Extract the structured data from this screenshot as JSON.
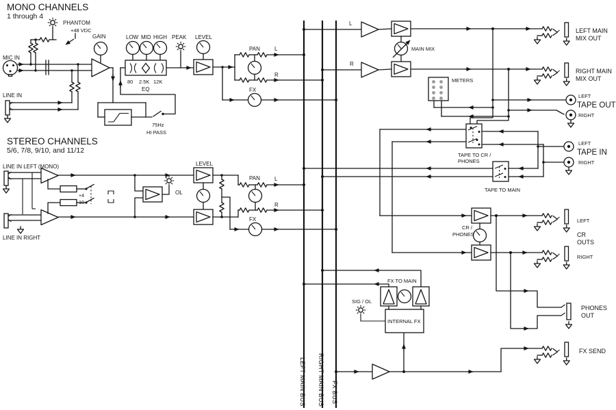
{
  "diagram": {
    "mono_section": {
      "title": "MONO CHANNELS",
      "subtitle": "1 through 4"
    },
    "stereo_section": {
      "title": "STEREO CHANNELS",
      "subtitle": "5/6, 7/8, 9/10, and 11/12"
    },
    "labels": {
      "phantom": "PHANTOM",
      "phantom_voltage": "+48 VDC",
      "mic_in": "MIC IN",
      "line_in": "LINE IN",
      "gain": "GAIN",
      "low": "LOW",
      "mid": "MID",
      "high": "HIGH",
      "peak": "PEAK",
      "level_mono": "LEVEL",
      "eq_80": "80",
      "eq_25k": "2.5K",
      "eq_12k": "12K",
      "eq": "EQ",
      "hipass_freq": "75Hz",
      "hipass": "HI PASS",
      "pan_mono": "PAN",
      "l_mono": "L",
      "r_mono": "R",
      "fx_mono": "FX",
      "line_in_left": "LINE IN LEFT (MONO)",
      "line_in_right": "LINE IN RIGHT",
      "plus4": "+4",
      "minus10": "−10",
      "ol": "OL",
      "level_stereo": "LEVEL",
      "pan_stereo": "PAN",
      "l_stereo": "L",
      "r_stereo": "R",
      "fx_stereo": "FX",
      "l_top": "L",
      "r_top": "R",
      "main_mix": "MAIN MIX",
      "meters": "METERS",
      "left_main": "LEFT MAIN",
      "mix_out_l": "MIX OUT",
      "right_main": "RIGHT MAIN",
      "mix_out_r": "MIX OUT",
      "tape_out_left": "LEFT",
      "tape_out": "TAPE OUT",
      "tape_out_right": "RIGHT",
      "tape_in_left": "LEFT",
      "tape_in": "TAPE IN",
      "tape_in_right": "RIGHT",
      "tape_to_cr_1": "TAPE TO CR /",
      "tape_to_cr_2": "PHONES",
      "tape_to_main": "TAPE TO MAIN",
      "cr_phones_1": "CR /",
      "cr_phones_2": "PHONES",
      "cr_left": "LEFT",
      "cr": "CR",
      "cr_outs": "OUTS",
      "cr_right": "RIGHT",
      "phones": "PHONES",
      "phones_out": "OUT",
      "fx_to_main": "FX TO MAIN",
      "sig_ol": "SIG / OL",
      "internal_fx": "INTERNAL FX",
      "fx_send": "FX SEND"
    },
    "buses": {
      "left": "LEFT MAIN BUS",
      "right": "RIGHT MAIN BUS",
      "fx": "FX BUS"
    },
    "colors": {
      "line": "#141414",
      "background": "#ffffff",
      "meter_dot": "#9a9a9a"
    }
  }
}
